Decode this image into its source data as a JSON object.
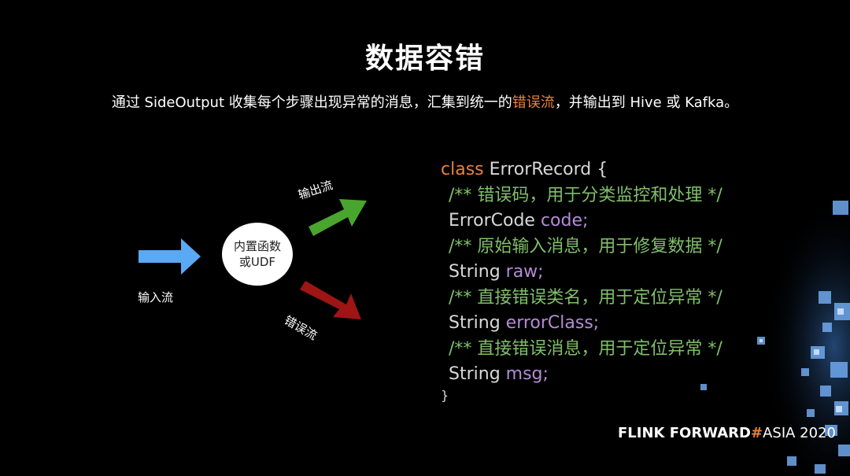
{
  "slide": {
    "title": "数据容错",
    "subtitle_prefix": "通过 SideOutput 收集每个步骤出现异常的消息，汇集到统一的",
    "subtitle_highlight": "错误流",
    "subtitle_suffix": "，并输出到 Hive 或 Kafka。"
  },
  "diagram": {
    "input_label": "输入流",
    "udf_label": "内置函数或UDF",
    "output_label": "输出流",
    "error_label": "错误流",
    "colors": {
      "input_arrow": "#5aa9f5",
      "output_arrow": "#4aa52e",
      "error_arrow": "#9e1515",
      "highlight": "#e8823a"
    }
  },
  "code": {
    "keyword": "class",
    "class_name": "ErrorRecord {",
    "lines": [
      {
        "kind": "comment",
        "text": "/** 错误码，用于分类监控和处理 */"
      },
      {
        "kind": "field",
        "type": "ErrorCode",
        "name": "code;"
      },
      {
        "kind": "comment",
        "text": "/** 原始输入消息，用于修复数据 */"
      },
      {
        "kind": "field",
        "type": "String",
        "name": "raw;"
      },
      {
        "kind": "comment",
        "text": "/** 直接错误类名，用于定位异常 */"
      },
      {
        "kind": "field",
        "type": "String",
        "name": "errorClass;"
      },
      {
        "kind": "comment",
        "text": "/** 直接错误消息，用于定位异常 */"
      },
      {
        "kind": "field",
        "type": "String",
        "name": "msg;"
      }
    ],
    "close": "}"
  },
  "brand": {
    "name": "FLINK  FORWARD",
    "hash": "#",
    "event": "ASIA 2020"
  }
}
